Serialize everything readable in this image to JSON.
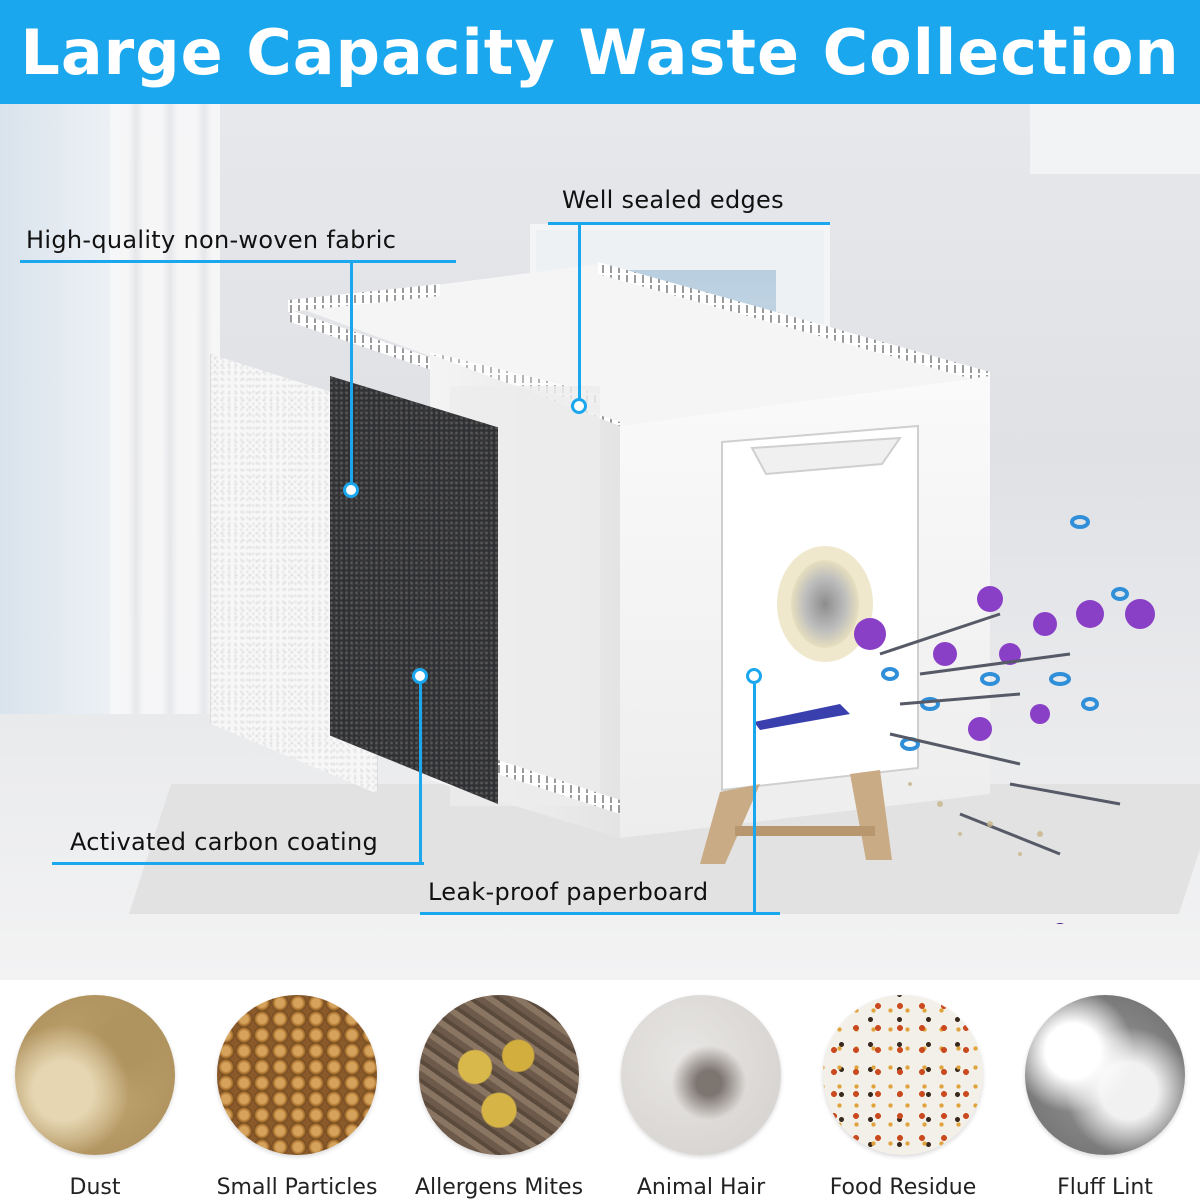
{
  "banner": {
    "title": "Large Capacity Waste Collection",
    "background": "#1ba7ee"
  },
  "callouts": {
    "well_sealed_edges": "Well sealed edges",
    "non_woven_fabric": "High-quality non-woven fabric",
    "carbon_coating": "Activated carbon coating",
    "paperboard": "Leak-proof paperboard",
    "accent": "#1ba7ee"
  },
  "waste_types": [
    {
      "label": "Dust",
      "icon": "dust-image"
    },
    {
      "label": "Small Particles",
      "icon": "particles-image"
    },
    {
      "label": "Allergens Mites",
      "icon": "mites-image"
    },
    {
      "label": "Animal Hair",
      "icon": "hair-image"
    },
    {
      "label": "Food Residue",
      "icon": "food-image"
    },
    {
      "label": "Fluff Lint",
      "icon": "lint-image"
    }
  ]
}
